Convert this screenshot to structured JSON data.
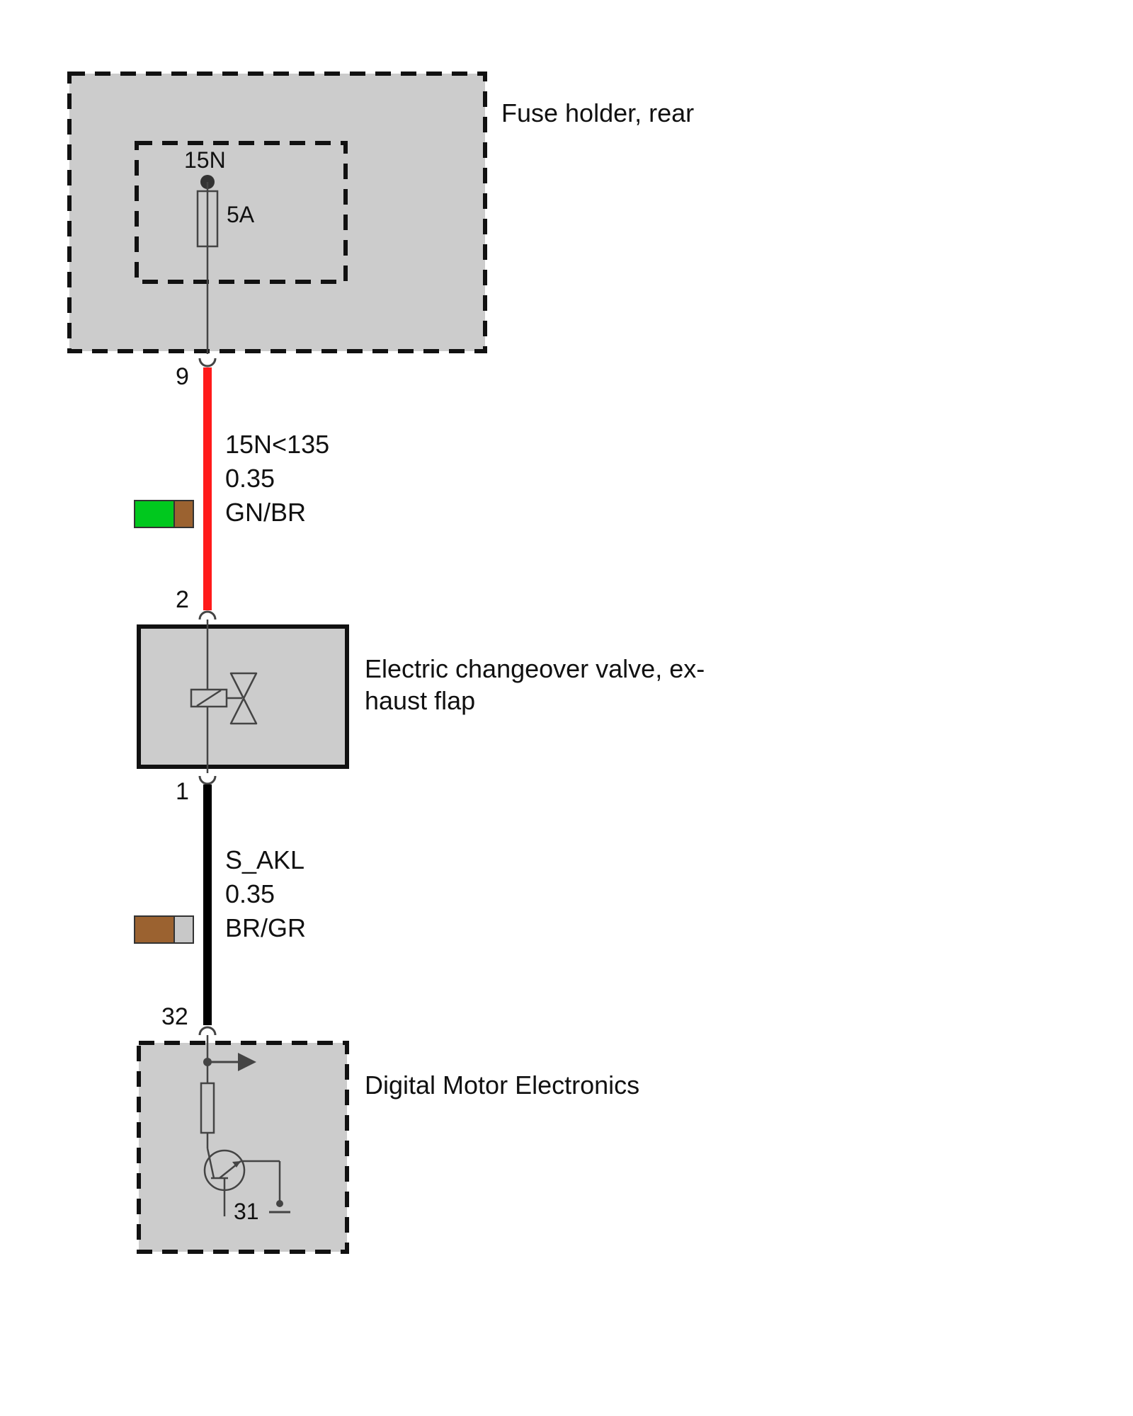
{
  "components": {
    "fuse_holder": {
      "label": "Fuse holder, rear",
      "terminal": "15N",
      "fuse_rating": "5A",
      "pin_out": "9"
    },
    "valve": {
      "label_line1": "Electric changeover valve, ex-",
      "label_line2": "haust flap",
      "pin_in": "2",
      "pin_out": "1"
    },
    "dme": {
      "label": "Digital Motor Electronics",
      "pin_in": "32",
      "ground": "31"
    }
  },
  "wires": [
    {
      "signal": "15N<135",
      "cross_section": "0.35",
      "color_code": "GN/BR",
      "line_color": "#ff1a1a",
      "swatch_colors": [
        "#00c81e",
        "#9b6230"
      ]
    },
    {
      "signal": "S_AKL",
      "cross_section": "0.35",
      "color_code": "BR/GR",
      "line_color": "#000000",
      "swatch_colors": [
        "#9b6230",
        "#c8c8c8"
      ]
    }
  ],
  "colors": {
    "box_fill": "#cccccc",
    "symbol_stroke": "#444444"
  }
}
